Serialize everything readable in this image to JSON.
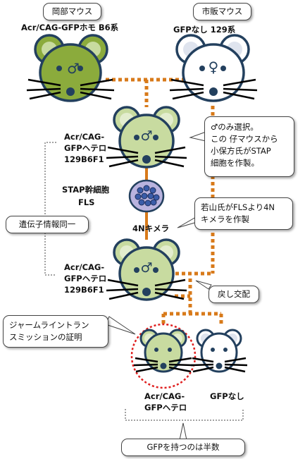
{
  "labels": {
    "okabe_box": "岡部マウス",
    "commercial_box": "市販マウス",
    "okabe_strain": "Acr/CAG-GFPホモ B6系",
    "commercial_strain": "GFPなし 129系",
    "f1_line1": "Acr/CAG-",
    "f1_line2": "GFPヘテロ",
    "f1_line3": "129B6F1",
    "stap_line1": "STAP幹細胞",
    "stap_line2": "FLS",
    "chimera": "4Nキメラ",
    "chimera_f1_line1": "Acr/CAG-",
    "chimera_f1_line2": "GFPヘテロ",
    "chimera_f1_line3": "129B6F1",
    "offspring_gfp_line1": "Acr/CAG-",
    "offspring_gfp_line2": "GFPヘテロ",
    "offspring_nogfp": "GFPなし"
  },
  "symbols": {
    "male": "♂",
    "female": "♀"
  },
  "callouts": {
    "male_select_line1": "♂のみ選択。",
    "male_select_line2": "この 仔マウスから",
    "male_select_line3": "小保方氏がSTAP",
    "male_select_line4": "細胞を作製。",
    "wakayama_line1": "若山氏がFLSより4N",
    "wakayama_line2": "キメラを作製",
    "genetic_same": "遺伝子情報同一",
    "backcross": "戻し交配",
    "germline_line1": "ジャームライントラン",
    "germline_line2": "スミッションの証明",
    "half_gfp": "GFPを持つのは半数"
  },
  "colors": {
    "green_mouse": "#8bab3c",
    "light_green_mouse": "#c8dba0",
    "white_mouse": "#ffffff",
    "outline": "#23405e",
    "orange_dotted": "#d87a1a",
    "red_dotted": "#e02020",
    "cell_purple": "#b9b3de"
  }
}
